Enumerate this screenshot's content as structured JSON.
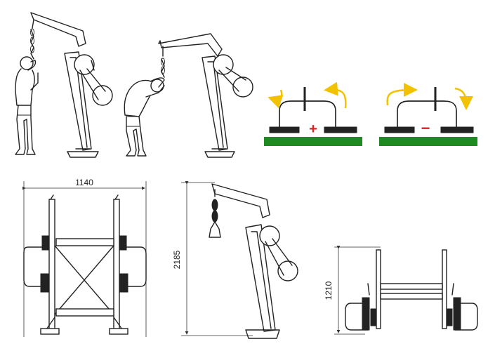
{
  "figure": {
    "panels": {
      "user_pull_standing": {
        "name": "Person standing pulling chain handle"
      },
      "user_pull_bent": {
        "name": "Person bent forward pulling chain handle"
      },
      "weight_plus": {
        "sign": "+",
        "colors": {
          "sign": "#e02020",
          "arrow": "#f2c200",
          "ground": "#1f8a1f"
        }
      },
      "weight_minus": {
        "sign": "−",
        "colors": {
          "sign": "#e02020",
          "arrow": "#f2c200",
          "ground": "#1f8a1f"
        }
      }
    },
    "dimensions": {
      "width": "1140",
      "height": "2185",
      "depth": "1210"
    }
  }
}
